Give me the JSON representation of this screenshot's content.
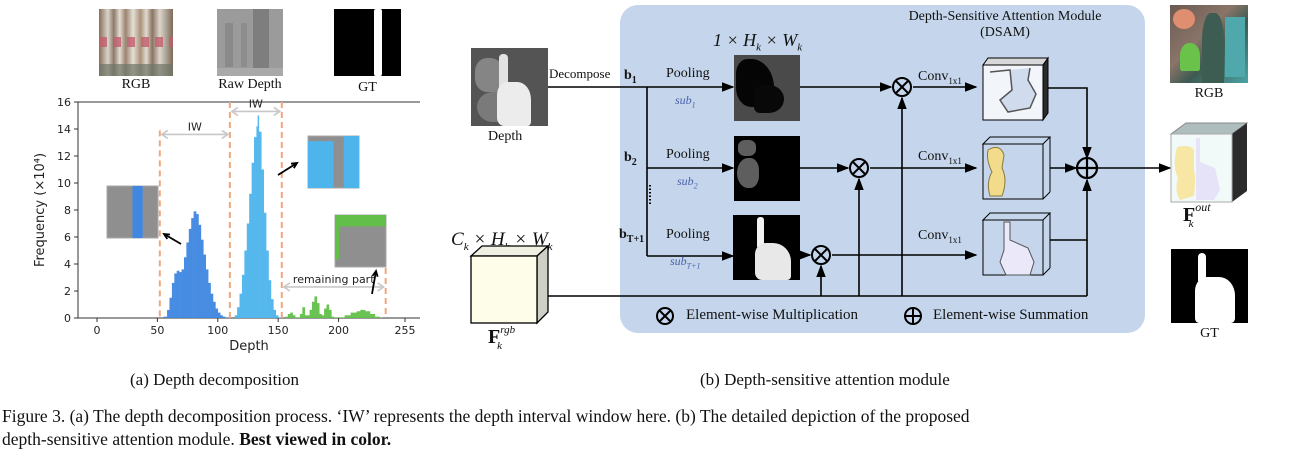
{
  "panel_a": {
    "thumbnails": [
      {
        "name": "rgb",
        "label": "RGB"
      },
      {
        "name": "raw-depth",
        "label": "Raw Depth"
      },
      {
        "name": "gt",
        "label": "GT"
      }
    ],
    "caption": "(a)  Depth decomposition"
  },
  "panel_b": {
    "module_title_line1": "Depth-Sensitive Attention Module",
    "module_title_line2": "(DSAM)",
    "depth_label": "Depth",
    "decompose_label": "Decompose",
    "map_dims": "1 × H",
    "map_dims_k": "k",
    "map_dims_mid": " × W",
    "feature_dims": "C",
    "branches": [
      {
        "id": "b1",
        "label": "b",
        "subscript": "1",
        "pool": "Pooling",
        "sub": "sub",
        "sub_idx": "1"
      },
      {
        "id": "b2",
        "label": "b",
        "subscript": "2",
        "pool": "Pooling",
        "sub": "sub",
        "sub_idx": "2"
      },
      {
        "id": "bT1",
        "label": "b",
        "subscript": "T+1",
        "pool": "Pooling",
        "sub": "sub",
        "sub_idx": "T+1"
      }
    ],
    "conv_label": "Conv",
    "conv_sub": "1x1",
    "rgb_feature_label": "F",
    "rgb_feature_sup": "rgb",
    "rgb_feature_sub": "k",
    "out_feature_label": "F",
    "out_feature_sup": "out",
    "out_feature_sub": "k",
    "right_rgb_label": "RGB",
    "right_gt_label": "GT",
    "legend_mult": "Element-wise Multiplication",
    "legend_sum": "Element-wise Summation",
    "caption": "(b)  Depth-sensitive attention module"
  },
  "figure_caption": {
    "line1": "Figure 3.  (a) The depth decomposition process. ‘IW’ represents the depth interval window here. (b) The detailed depiction of the proposed",
    "line2_plain": "depth-sensitive attention module. ",
    "line2_bold": "Best viewed in color."
  },
  "chart_data": {
    "type": "bar",
    "title": "",
    "xlabel": "Depth",
    "ylabel": "Frequency (×10⁴)",
    "xlim": [
      0,
      255
    ],
    "ylim": [
      0,
      16
    ],
    "xticks": [
      0,
      50,
      100,
      150,
      200,
      255
    ],
    "yticks": [
      0,
      2,
      4,
      6,
      8,
      10,
      12,
      14,
      16
    ],
    "grid": false,
    "interval_boundaries": [
      52,
      110,
      153,
      239
    ],
    "annotations": [
      {
        "text": "IW",
        "from": 52,
        "to": 110,
        "y": 13.6
      },
      {
        "text": "IW",
        "from": 110,
        "to": 153,
        "y": 15.3
      },
      {
        "text": "remaining part",
        "from": 153,
        "to": 239,
        "y": 2.3
      }
    ],
    "series": [
      {
        "name": "interval-1",
        "color": "#3f87e0",
        "x": [
          55,
          58,
          60,
          62,
          64,
          66,
          68,
          70,
          72,
          74,
          76,
          78,
          80,
          82,
          84,
          86,
          88,
          90,
          92,
          94,
          96,
          98,
          100,
          102,
          104,
          106,
          108
        ],
        "values": [
          0.1,
          0.6,
          1.5,
          2.6,
          3.3,
          3.5,
          3.4,
          3.6,
          4.5,
          5.6,
          6.6,
          7.4,
          7.9,
          7.7,
          6.9,
          5.8,
          4.7,
          3.6,
          2.6,
          1.8,
          1.2,
          0.7,
          0.4,
          0.2,
          0.1,
          0.05,
          0.02
        ]
      },
      {
        "name": "interval-2",
        "color": "#4db4ec",
        "x": [
          114,
          116,
          118,
          120,
          122,
          124,
          126,
          128,
          130,
          132,
          133,
          134,
          136,
          138,
          140,
          142,
          144,
          146,
          148,
          150
        ],
        "values": [
          0.2,
          0.8,
          1.8,
          3.2,
          5.0,
          7.0,
          9.2,
          11.5,
          13.4,
          14.2,
          15.0,
          13.8,
          11.0,
          7.8,
          5.0,
          2.8,
          1.4,
          0.6,
          0.2,
          0.05
        ]
      },
      {
        "name": "remaining",
        "color": "#62c04a",
        "x": [
          156,
          158,
          160,
          162,
          164,
          168,
          170,
          172,
          176,
          178,
          180,
          182,
          184,
          186,
          188,
          190,
          192,
          194,
          196,
          200,
          205,
          210,
          215,
          218,
          222,
          226,
          230,
          234
        ],
        "values": [
          0.1,
          0.3,
          0.4,
          0.2,
          0.05,
          0.3,
          0.8,
          0.2,
          0.6,
          1.2,
          1.6,
          1.1,
          0.3,
          0.2,
          0.7,
          1.0,
          0.6,
          0.1,
          0.05,
          0.05,
          0.2,
          0.4,
          0.5,
          0.6,
          0.5,
          0.3,
          0.1,
          0.02
        ]
      }
    ]
  }
}
